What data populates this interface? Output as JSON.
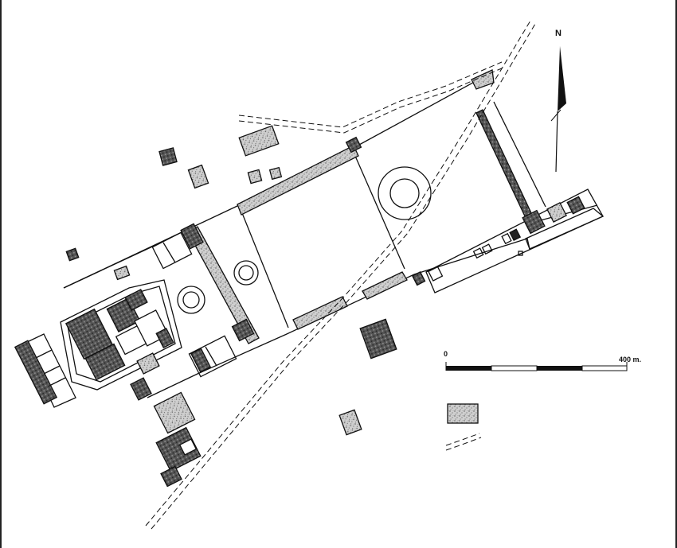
{
  "map": {
    "type": "archaeological site plan",
    "colors": {
      "ink": "#111111",
      "stipple": "#9a9a9a",
      "dark_fill": "#3a3a3a",
      "background": "#ffffff"
    }
  },
  "north_arrow": {
    "label": "N",
    "icon": "north-arrow-icon"
  },
  "scale_bar": {
    "start_label": "0",
    "end_label": "400 m.",
    "segments": 4,
    "segment_pattern": [
      "black",
      "white",
      "black",
      "white"
    ]
  },
  "features": {
    "plazas": 3,
    "circular_structures": 3,
    "roads": "double dashed lines (ancient roads / causeways)"
  }
}
